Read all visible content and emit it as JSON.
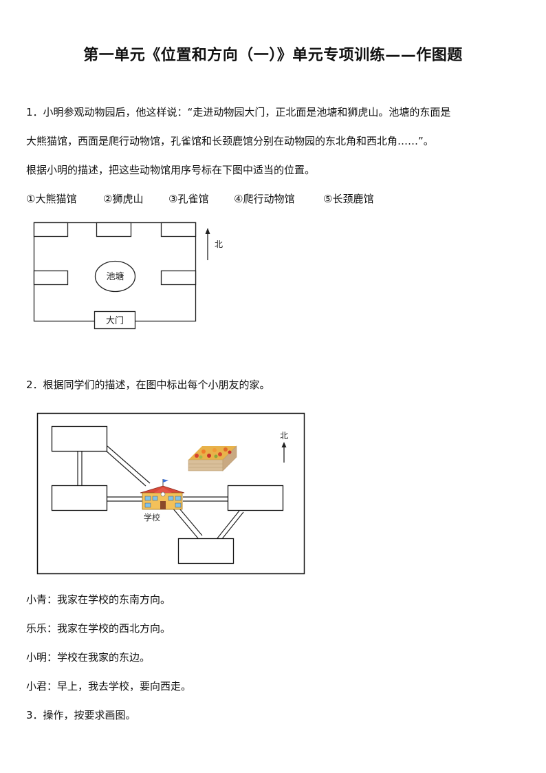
{
  "title": "第一单元《位置和方向（一）》单元专项训练——作图题",
  "q1": {
    "line1": "1．小明参观动物园后，他这样说：“走进动物园大门，正北面是池塘和狮虎山。池塘的东面是",
    "line2": "大熊猫馆，西面是爬行动物馆，孔雀馆和长颈鹿馆分别在动物园的东北角和西北角……”。",
    "line3": "根据小明的描述，把这些动物馆用序号标在下图中适当的位置。",
    "options": [
      "①大熊猫馆",
      "②狮虎山",
      "③孔雀馆",
      "④爬行动物馆",
      "⑤长颈鹿馆"
    ],
    "map": {
      "pond": "池塘",
      "gate": "大门",
      "north": "北"
    }
  },
  "q2": {
    "line1": "2．根据同学们的描述，在图中标出每个小朋友的家。",
    "map": {
      "school": "学校",
      "north": "北"
    },
    "statements": [
      "小青：我家在学校的东南方向。",
      "乐乐：我家在学校的西北方向。",
      "小明：学校在我家的东边。",
      "小君：早上，我去学校，要向西走。"
    ]
  },
  "q3": {
    "line1": "3．操作，按要求画图。"
  }
}
